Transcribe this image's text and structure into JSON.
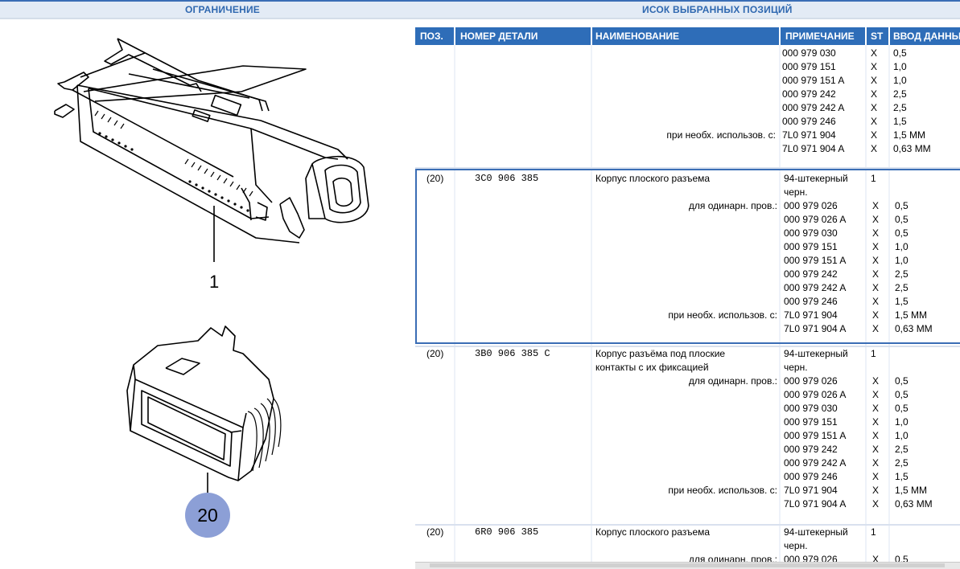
{
  "tabs": {
    "left": "ОГРАНИЧЕНИЕ",
    "right": "ИСОК ВЫБРАННЫХ ПОЗИЦИЙ"
  },
  "drawing": {
    "callout_1": "1",
    "callout_20": "20"
  },
  "table": {
    "headers": {
      "pos": "ПОЗ.",
      "part": "НОМЕР ДЕТАЛИ",
      "name": "НАИМЕНОВАНИЕ",
      "note": "ПРИМЕЧАНИЕ",
      "st": "ST",
      "input": "ВВОД ДАННЫ"
    },
    "group0": {
      "rows": [
        {
          "label": "",
          "note": "000 979 030",
          "st": "X",
          "val": "0,5"
        },
        {
          "label": "",
          "note": "000 979 151",
          "st": "X",
          "val": "1,0"
        },
        {
          "label": "",
          "note": "000 979 151 A",
          "st": "X",
          "val": "1,0"
        },
        {
          "label": "",
          "note": "000 979 242",
          "st": "X",
          "val": "2,5"
        },
        {
          "label": "",
          "note": "000 979 242 A",
          "st": "X",
          "val": "2,5"
        },
        {
          "label": "",
          "note": "000 979 246",
          "st": "X",
          "val": "1,5"
        },
        {
          "label": "при необх. использов. с:",
          "note": "7L0 971 904",
          "st": "X",
          "val": "1,5 MM"
        },
        {
          "label": "",
          "note": "7L0 971 904 A",
          "st": "X",
          "val": "0,63 MM"
        }
      ]
    },
    "group1": {
      "pos": "(20)",
      "part": "3C0 906 385",
      "name1": "Корпус плоского разъема",
      "name2": "",
      "note1": "94-штекерный",
      "note2": "черн.",
      "st": "1",
      "rows": [
        {
          "label": "для одинарн. пров.:",
          "note": "000 979 026",
          "st": "X",
          "val": "0,5"
        },
        {
          "label": "",
          "note": "000 979 026 A",
          "st": "X",
          "val": "0,5"
        },
        {
          "label": "",
          "note": "000 979 030",
          "st": "X",
          "val": "0,5"
        },
        {
          "label": "",
          "note": "000 979 151",
          "st": "X",
          "val": "1,0"
        },
        {
          "label": "",
          "note": "000 979 151 A",
          "st": "X",
          "val": "1,0"
        },
        {
          "label": "",
          "note": "000 979 242",
          "st": "X",
          "val": "2,5"
        },
        {
          "label": "",
          "note": "000 979 242 A",
          "st": "X",
          "val": "2,5"
        },
        {
          "label": "",
          "note": "000 979 246",
          "st": "X",
          "val": "1,5"
        },
        {
          "label": "при необх. использов. с:",
          "note": "7L0 971 904",
          "st": "X",
          "val": "1,5 MM"
        },
        {
          "label": "",
          "note": "7L0 971 904 A",
          "st": "X",
          "val": "0,63 MM"
        }
      ]
    },
    "group2": {
      "pos": "(20)",
      "part": "3B0 906 385 C",
      "name1": "Корпус разъёма под плоские",
      "name2": "контакты с их фиксацией",
      "note1": "94-штекерный",
      "note2": "черн.",
      "st": "1",
      "rows": [
        {
          "label": "для одинарн. пров.:",
          "note": "000 979 026",
          "st": "X",
          "val": "0,5"
        },
        {
          "label": "",
          "note": "000 979 026 A",
          "st": "X",
          "val": "0,5"
        },
        {
          "label": "",
          "note": "000 979 030",
          "st": "X",
          "val": "0,5"
        },
        {
          "label": "",
          "note": "000 979 151",
          "st": "X",
          "val": "1,0"
        },
        {
          "label": "",
          "note": "000 979 151 A",
          "st": "X",
          "val": "1,0"
        },
        {
          "label": "",
          "note": "000 979 242",
          "st": "X",
          "val": "2,5"
        },
        {
          "label": "",
          "note": "000 979 242 A",
          "st": "X",
          "val": "2,5"
        },
        {
          "label": "",
          "note": "000 979 246",
          "st": "X",
          "val": "1,5"
        },
        {
          "label": "при необх. использов. с:",
          "note": "7L0 971 904",
          "st": "X",
          "val": "1,5 MM"
        },
        {
          "label": "",
          "note": "7L0 971 904 A",
          "st": "X",
          "val": "0,63 MM"
        }
      ]
    },
    "group3": {
      "pos": "(20)",
      "part": "6R0 906 385",
      "name1": "Корпус плоского разъема",
      "name2": "",
      "note1": "94-штекерный",
      "note2": "черн.",
      "st": "1",
      "rows": [
        {
          "label": "для одинарн. пров.:",
          "note": "000 979 026",
          "st": "X",
          "val": "0,5"
        }
      ]
    }
  },
  "colors": {
    "accent": "#2e6db8",
    "tab_bg": "#e3ebf5",
    "tab_text": "#2f68b0",
    "callout_fill": "#8c9fd6"
  }
}
